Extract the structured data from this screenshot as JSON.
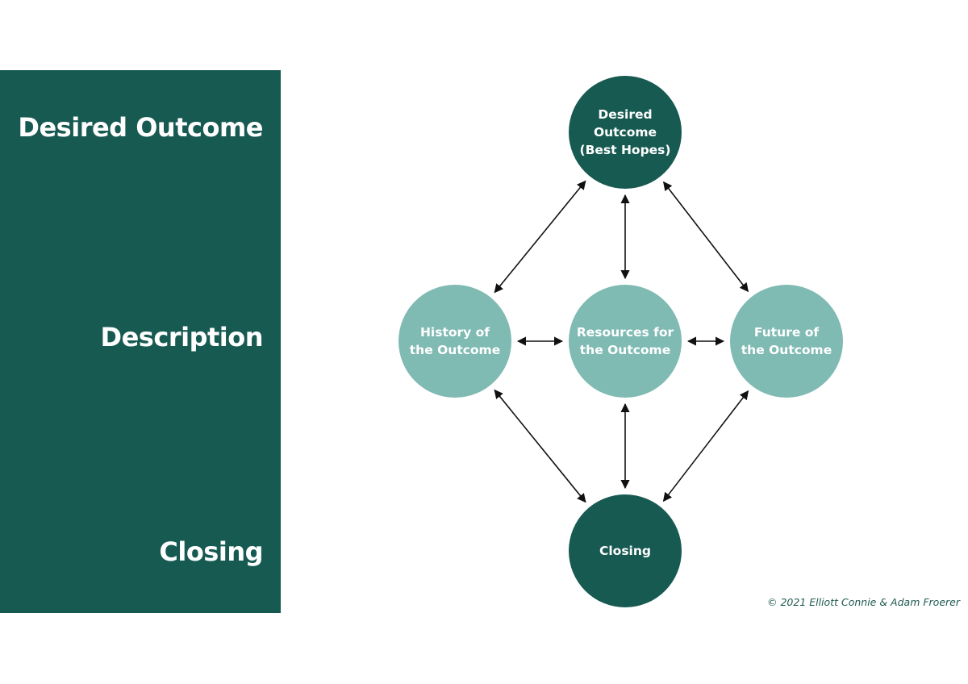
{
  "panel": {
    "labels": [
      "Desired Outcome",
      "Description",
      "Closing"
    ],
    "color": "#175a52"
  },
  "diagram": {
    "colors": {
      "dark": "#175a52",
      "light": "#7fbab3",
      "arrow": "#111111"
    },
    "nodes": [
      {
        "id": "desired",
        "lines": [
          "Desired",
          "Outcome",
          "(Best Hopes)"
        ],
        "style": "dark"
      },
      {
        "id": "history",
        "lines": [
          "History of",
          "the Outcome"
        ],
        "style": "light"
      },
      {
        "id": "resources",
        "lines": [
          "Resources for",
          "the Outcome"
        ],
        "style": "light"
      },
      {
        "id": "future",
        "lines": [
          "Future of",
          "the Outcome"
        ],
        "style": "light"
      },
      {
        "id": "closing",
        "lines": [
          "Closing"
        ],
        "style": "dark"
      }
    ],
    "edges": [
      {
        "from": "desired",
        "to": "history",
        "bidirectional": true
      },
      {
        "from": "desired",
        "to": "resources",
        "bidirectional": true
      },
      {
        "from": "desired",
        "to": "future",
        "bidirectional": true
      },
      {
        "from": "history",
        "to": "resources",
        "bidirectional": true
      },
      {
        "from": "resources",
        "to": "future",
        "bidirectional": true
      },
      {
        "from": "history",
        "to": "closing",
        "bidirectional": true
      },
      {
        "from": "resources",
        "to": "closing",
        "bidirectional": true
      },
      {
        "from": "future",
        "to": "closing",
        "bidirectional": true
      }
    ]
  },
  "copyright": "© 2021 Elliott Connie & Adam Froerer"
}
